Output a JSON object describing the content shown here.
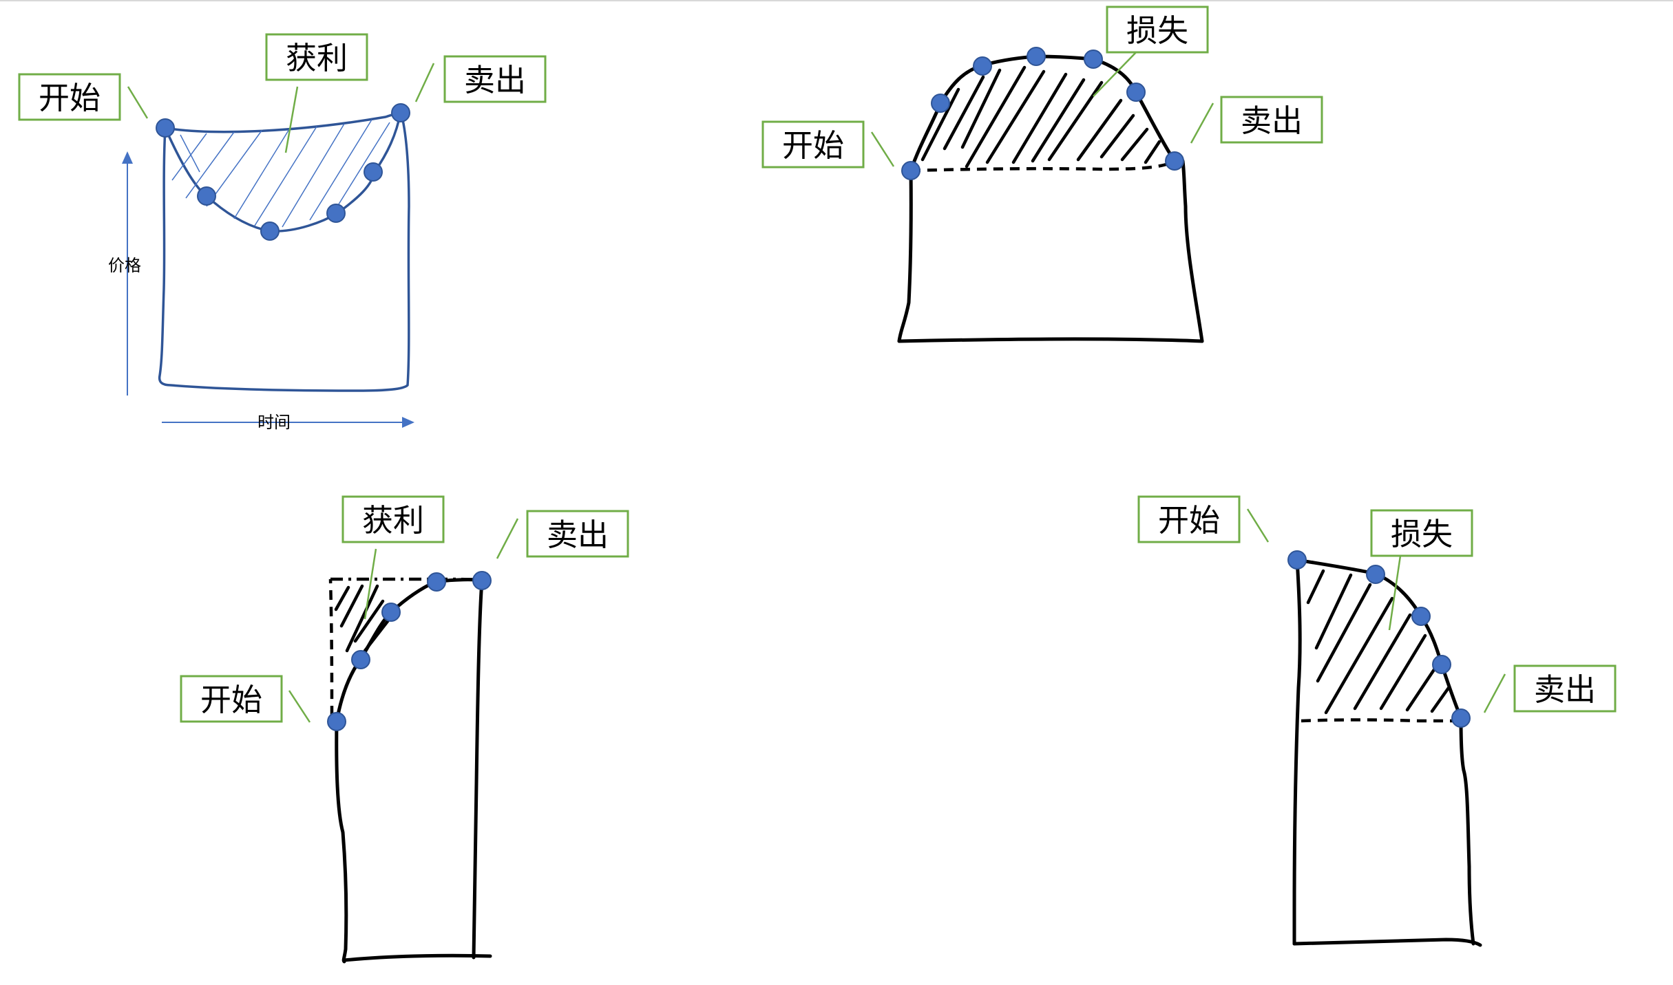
{
  "labels": {
    "start": "开始",
    "sell": "卖出",
    "profit": "获利",
    "loss": "损失"
  },
  "axes": {
    "price": "价格",
    "time": "时间"
  },
  "colors": {
    "marker": "#4472c4",
    "label_border": "#70ad47",
    "axis": "#4472c4",
    "ink": "#000000"
  }
}
